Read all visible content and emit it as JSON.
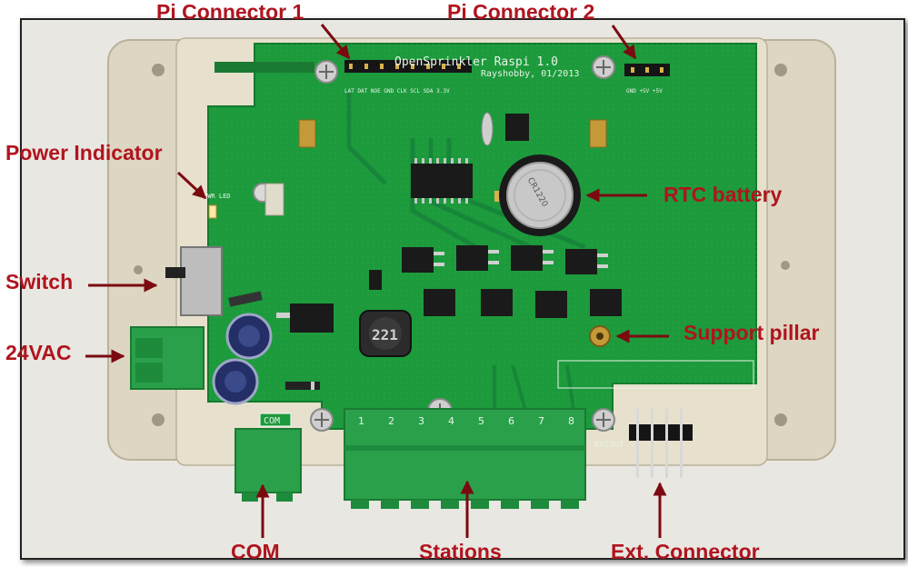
{
  "board": {
    "title": "OpenSprinkler Raspi 1.0",
    "credit": "Rayshobby, 01/2013",
    "com_silk": "COM",
    "extout_silk": "EXTOUT",
    "pwr_led_silk": "PWR LED",
    "inductor_mark": "221",
    "battery_mark": "CR1220",
    "pi1_pins": "LAT DAT NOE GND CLK SCL SDA 3.3V",
    "pi2_pins": "GND +5V +5V",
    "station_numbers": [
      "1",
      "2",
      "3",
      "4",
      "5",
      "6",
      "7",
      "8"
    ]
  },
  "labels": {
    "pi_connector_1": "Pi Connector 1",
    "pi_connector_2": "Pi Connector 2",
    "power_indicator": "Power Indicator",
    "rtc_battery": "RTC battery",
    "switch": "Switch",
    "support_pillar": "Support pillar",
    "power_input": "24VAC",
    "com": "COM",
    "stations": "Stations",
    "ext_connector": "Ext. Connector"
  },
  "colors": {
    "label": "#b0141e",
    "arrow": "#7a0a10",
    "pcb": "#1c9a3c",
    "terminal": "#2aa04a",
    "enclosure": "#ddd6c2"
  }
}
